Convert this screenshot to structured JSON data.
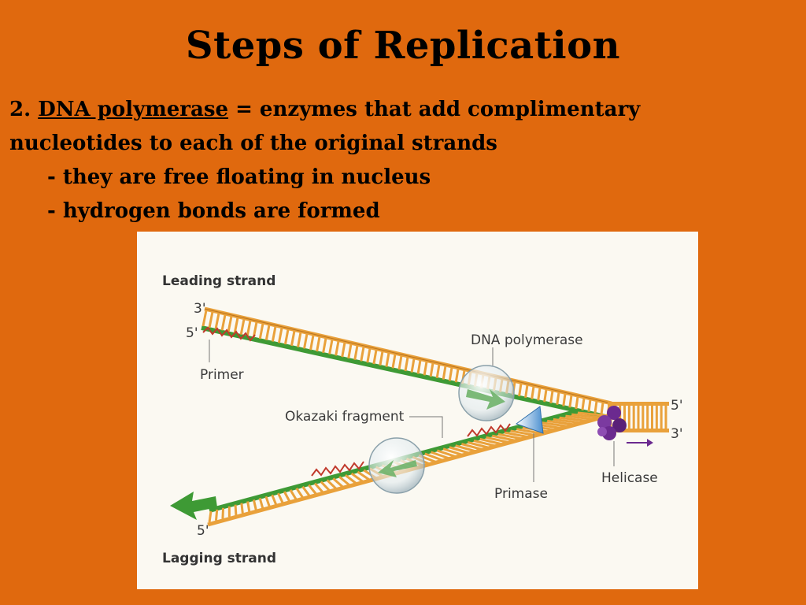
{
  "slide": {
    "title": "Steps of Replication",
    "line1_num": "2. ",
    "line1_term": "DNA polymerase",
    "line1_rest": " = enzymes that add complimentary",
    "line2": "nucleotides to each of the original strands",
    "bullet1": "- they are free floating in nucleus",
    "bullet2": "- hydrogen bonds are formed"
  },
  "figure": {
    "leading_strand": "Leading strand",
    "lagging_strand": "Lagging strand",
    "end_3prime_top": "3'",
    "end_5prime_top": "5'",
    "primer": "Primer",
    "dna_polymerase": "DNA polymerase",
    "okazaki_fragment": "Okazaki fragment",
    "end_5prime_right": "5'",
    "end_3prime_right": "3'",
    "helicase": "Helicase",
    "primase": "Primase",
    "end_5prime_bottom": "5'",
    "colors": {
      "parent_strand": "#E9A13B",
      "new_strand": "#3E9A35",
      "primer": "#C0392B",
      "helicase": "#6B2A8F",
      "primase": "#4A8FD0"
    }
  }
}
